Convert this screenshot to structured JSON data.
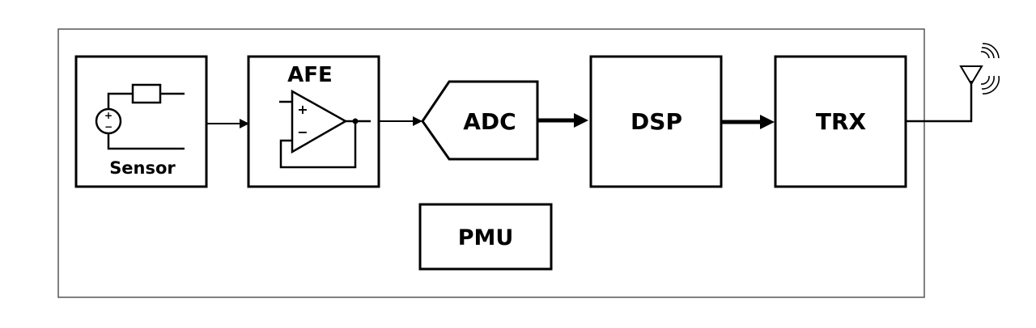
{
  "diagram": {
    "blocks": {
      "sensor": {
        "label": "Sensor"
      },
      "afe": {
        "label": "AFE"
      },
      "adc": {
        "label": "ADC"
      },
      "dsp": {
        "label": "DSP"
      },
      "trx": {
        "label": "TRX"
      },
      "pmu": {
        "label": "PMU"
      }
    },
    "opamp": {
      "plus": "+",
      "minus": "−"
    },
    "source": {
      "plus": "+",
      "minus": "−"
    }
  },
  "colors": {
    "stroke": "#000000",
    "frame": "#555555",
    "background": "#ffffff"
  },
  "icons": [
    "voltage-source-icon",
    "resistor-icon",
    "opamp-icon",
    "antenna-icon",
    "radio-wave-icon"
  ]
}
